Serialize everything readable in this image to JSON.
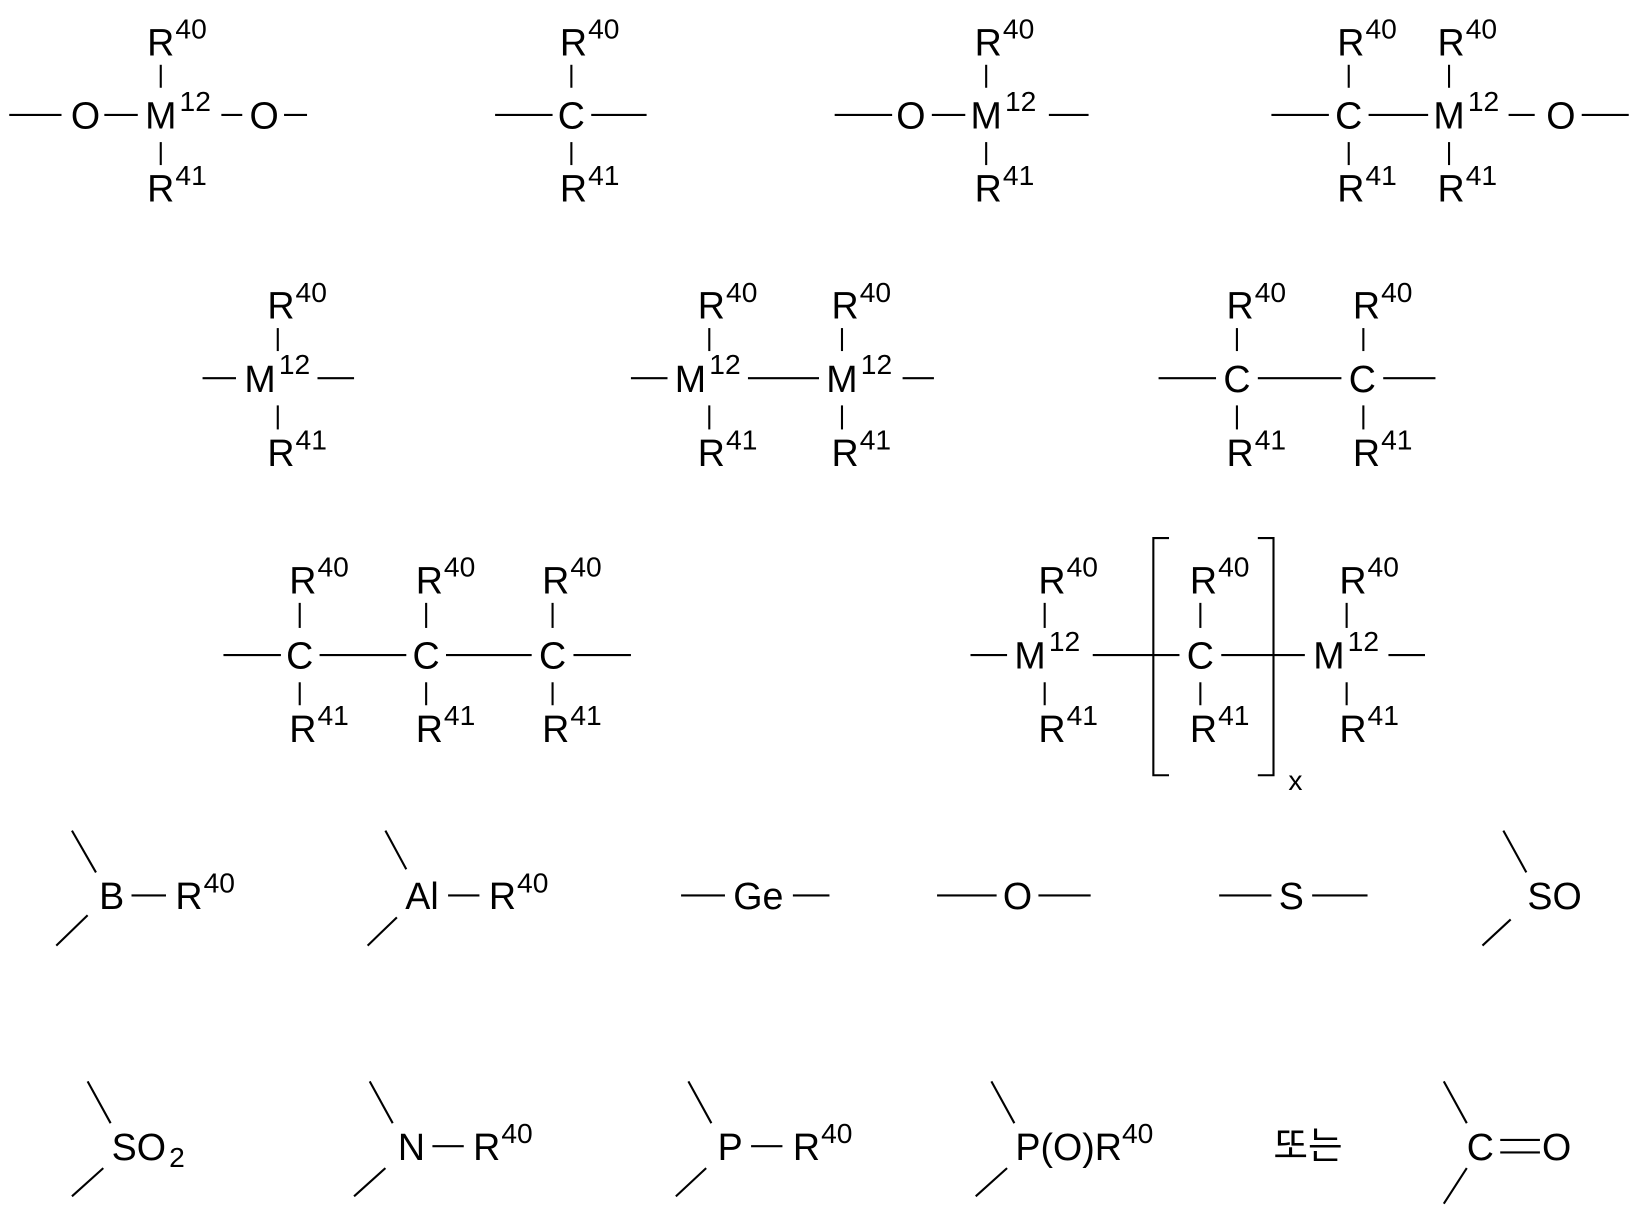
{
  "labels": {
    "R": "R",
    "sup40": "40",
    "sup41": "41",
    "M": "M",
    "sup12": "12",
    "O": "O",
    "C": "C",
    "x": "x",
    "B": "B",
    "Al": "Al",
    "Ge": "Ge",
    "S": "S",
    "SO": "SO",
    "sub2": "2",
    "N": "N",
    "P": "P",
    "POR": "P(O)R",
    "or": "또는"
  }
}
